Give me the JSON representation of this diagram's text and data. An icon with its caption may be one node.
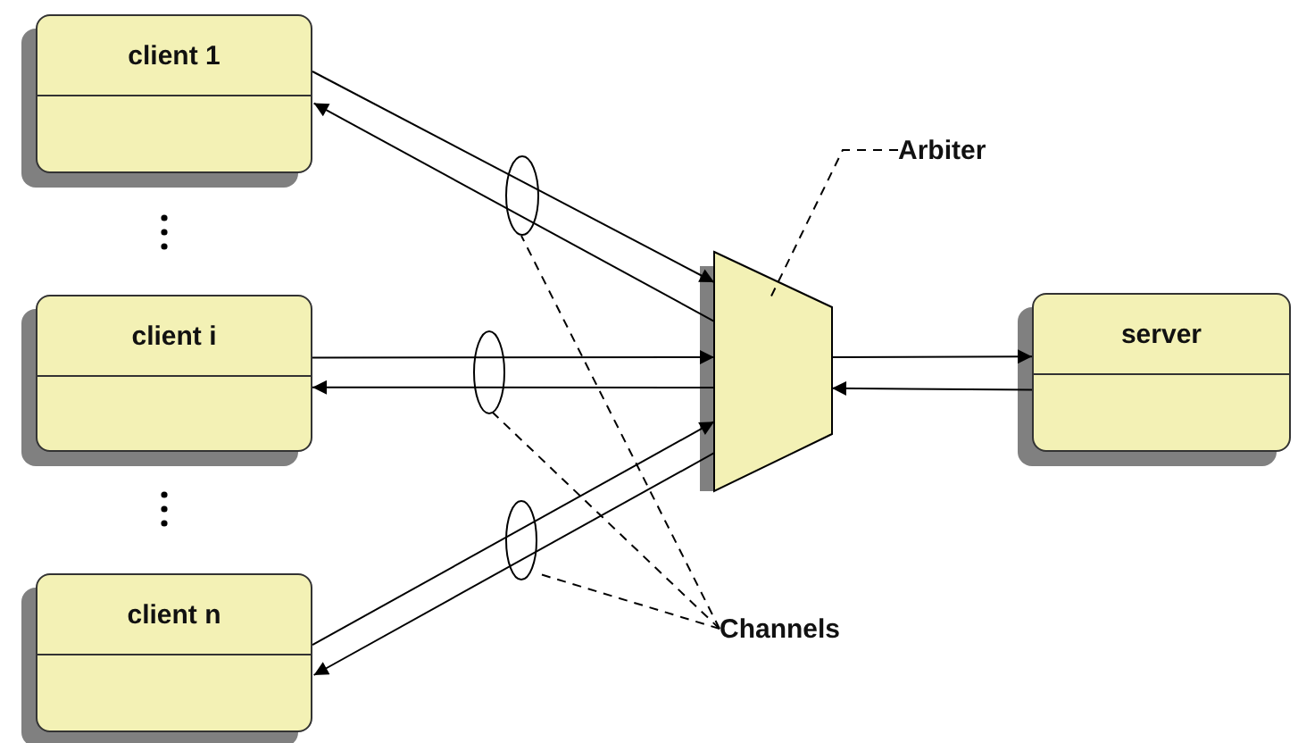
{
  "diagram": {
    "nodes": [
      {
        "text": [
          "client 1"
        ]
      },
      {
        "text": [
          "client i"
        ]
      },
      {
        "text": [
          "client n"
        ]
      },
      {
        "text": [
          "server"
        ]
      },
      {
        "text": [],
        "shape": "trapezoid"
      },
      {
        "text": [
          "Arbiter"
        ]
      },
      {
        "text": [
          "Channels"
        ]
      }
    ],
    "edges": [
      {
        "from": 0,
        "to": 4,
        "arrow": "to"
      },
      {
        "from": 4,
        "to": 0,
        "arrow": "to"
      },
      {
        "from": 1,
        "to": 4,
        "arrow": "to"
      },
      {
        "from": 4,
        "to": 1,
        "arrow": "to"
      },
      {
        "from": 2,
        "to": 4,
        "arrow": "to"
      },
      {
        "from": 4,
        "to": 2,
        "arrow": "to"
      },
      {
        "from": 4,
        "to": 3,
        "arrow": "to"
      },
      {
        "from": 3,
        "to": 4,
        "arrow": "to"
      },
      {
        "from": 5,
        "to": 4,
        "arrow": "none",
        "style": "dashed"
      },
      {
        "from": 6,
        "to": null,
        "arrow": "none",
        "style": "dashed"
      },
      {
        "from": 6,
        "to": null,
        "arrow": "none",
        "style": "dashed"
      },
      {
        "from": 6,
        "to": null,
        "arrow": "none",
        "style": "dashed"
      }
    ]
  }
}
